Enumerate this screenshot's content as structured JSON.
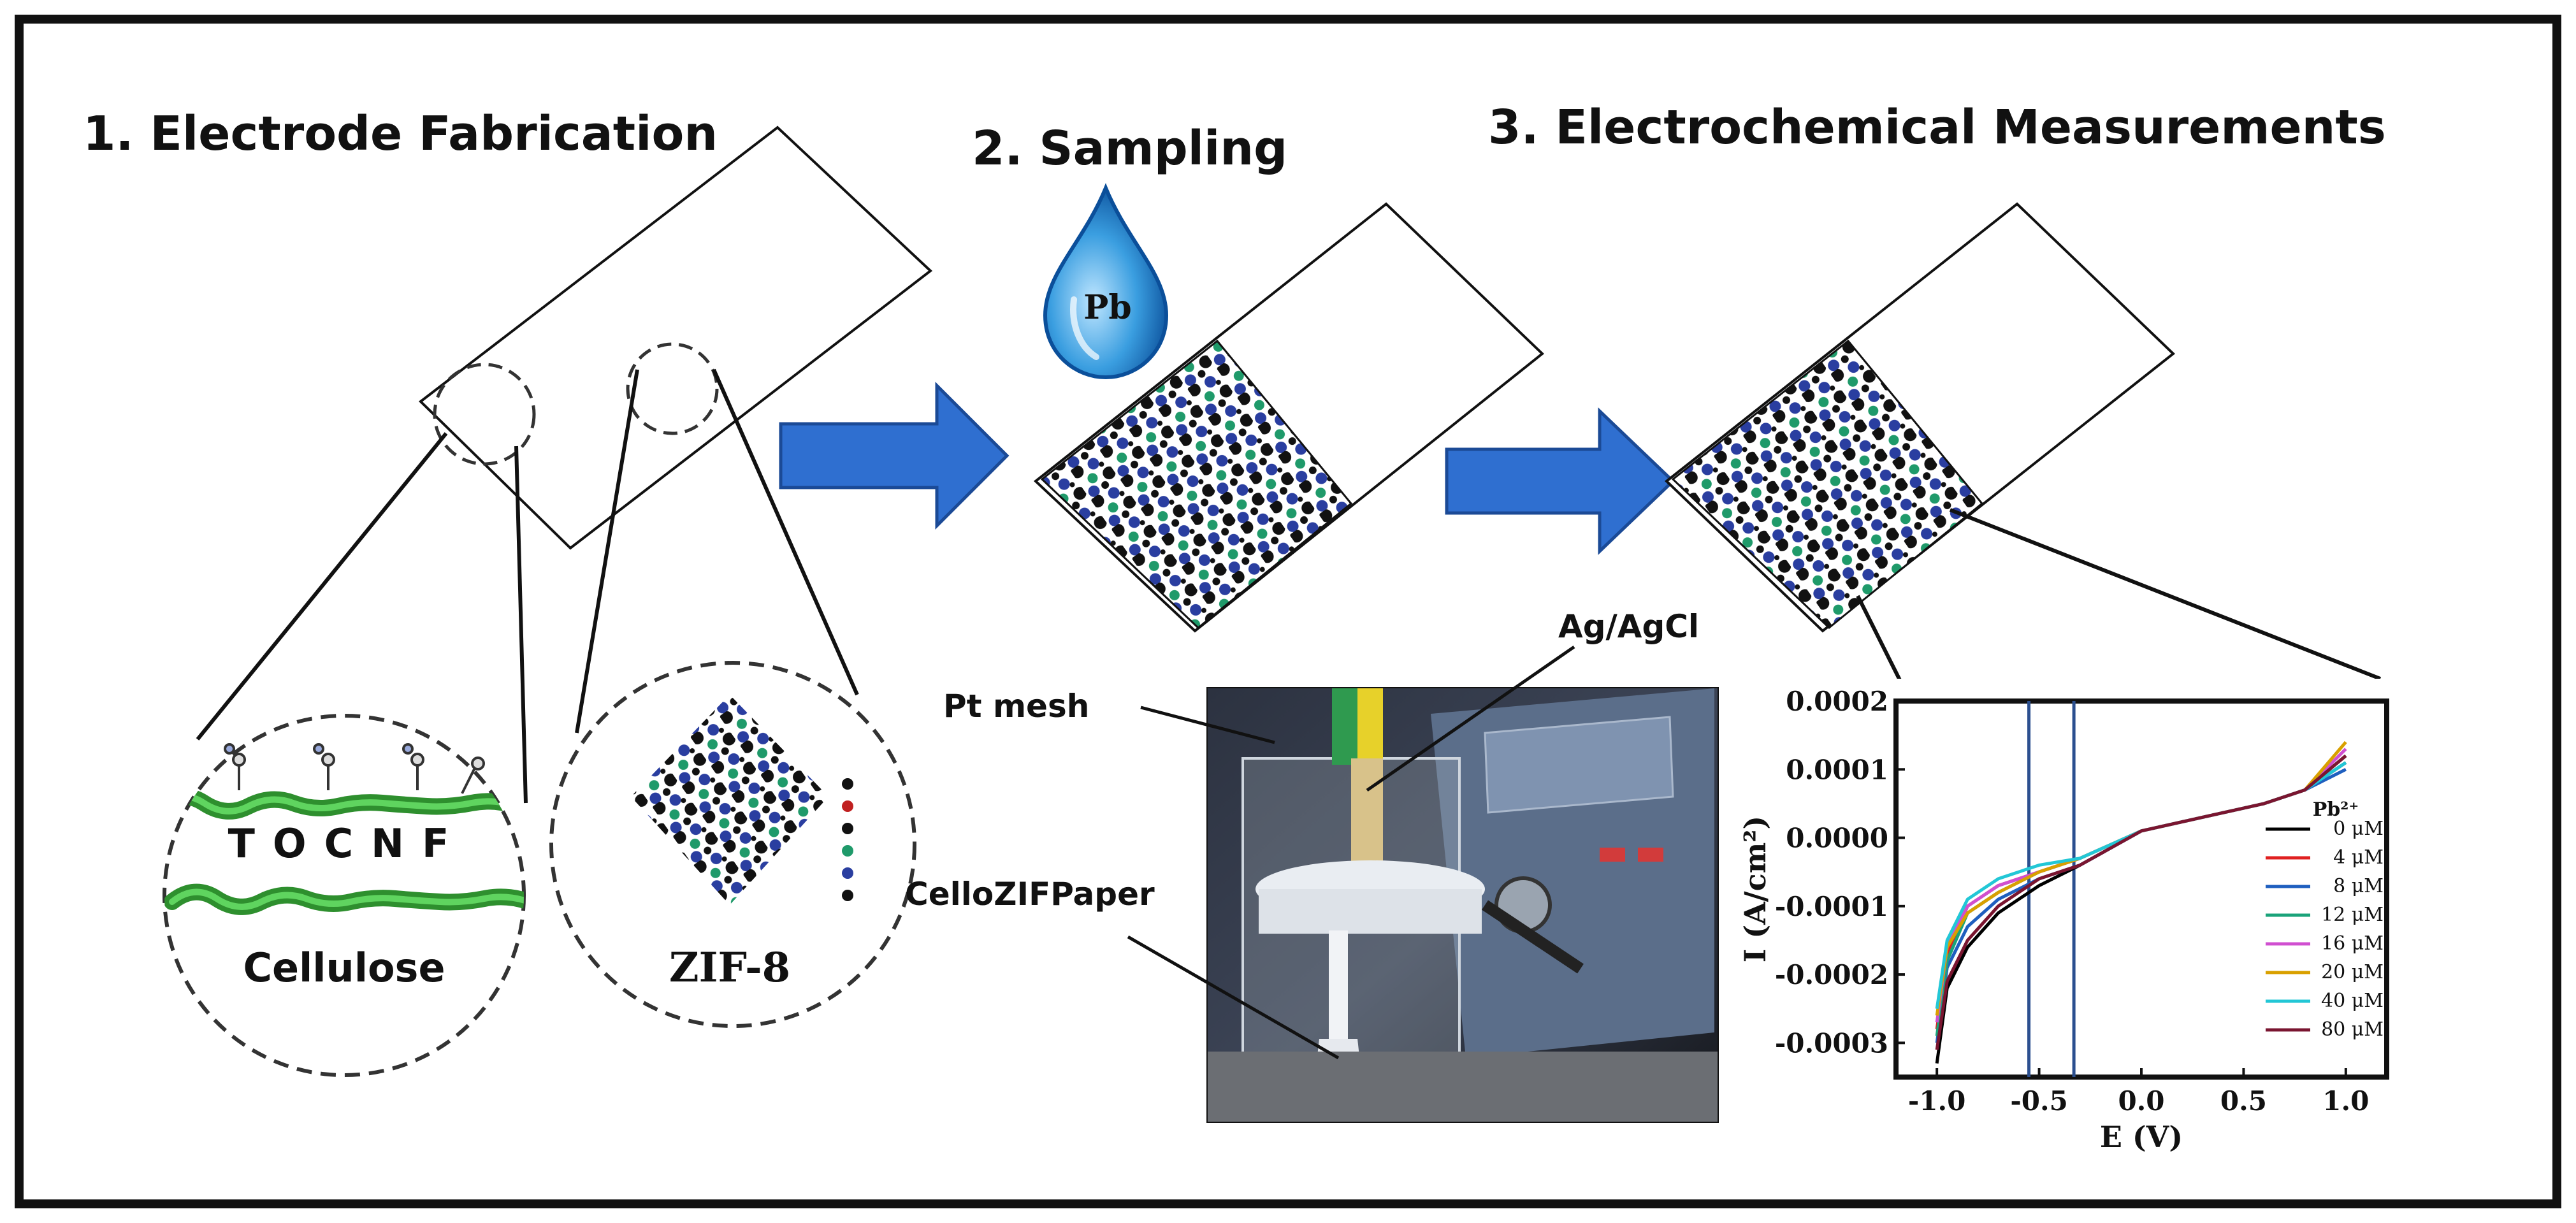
{
  "steps": [
    {
      "label": "1. Electrode Fabrication"
    },
    {
      "label": "2. Sampling"
    },
    {
      "label": "3. Electrochemical Measurements"
    }
  ],
  "drop_label": "Pb",
  "zoom_labels": {
    "tocnf": "TOCNF",
    "cellulose": "Cellulose",
    "zif": "ZIF-8"
  },
  "photo_labels": {
    "pt_mesh": "Pt mesh",
    "ag_agcl": "Ag/AgCl",
    "cellozifpaper": "CelloZIFPaper"
  },
  "colors": {
    "arrow": "#2f6fd0",
    "chain": "#3aa63a",
    "photo_bg": "#1c1f26"
  },
  "chart_data": {
    "type": "line",
    "xlabel": "E (V)",
    "ylabel": "I (A/cm²)",
    "xlim": [
      -1.2,
      1.2
    ],
    "ylim": [
      -0.00035,
      0.0002
    ],
    "x_ticks": [
      "-1.0",
      "-0.5",
      "0.0",
      "0.5",
      "1.0"
    ],
    "y_ticks": [
      "0.0002",
      "0.0001",
      "0.0000",
      "-0.0001",
      "-0.0002",
      "-0.0003"
    ],
    "vlines": [
      -0.55,
      -0.33
    ],
    "legend_title": "Pb²⁺",
    "legend_placement": "right",
    "series": [
      {
        "name": "0 μM",
        "color": "#000000",
        "x": [
          -1.0,
          -0.95,
          -0.85,
          -0.7,
          -0.5,
          -0.3,
          0.0,
          0.3,
          0.6,
          0.8,
          1.0
        ],
        "y": [
          -0.00033,
          -0.00022,
          -0.00016,
          -0.00011,
          -7e-05,
          -4e-05,
          1e-05,
          3e-05,
          5e-05,
          7e-05,
          0.00011
        ]
      },
      {
        "name": "4 μM",
        "color": "#e02020",
        "x": [
          -1.0,
          -0.95,
          -0.85,
          -0.7,
          -0.5,
          -0.3,
          0.0,
          0.3,
          0.6,
          0.8,
          1.0
        ],
        "y": [
          -0.00028,
          -0.00017,
          -0.0001,
          -7e-05,
          -5e-05,
          -3e-05,
          1e-05,
          3e-05,
          5e-05,
          7e-05,
          0.00012
        ]
      },
      {
        "name": "8 μM",
        "color": "#1f5fbf",
        "x": [
          -1.0,
          -0.95,
          -0.85,
          -0.7,
          -0.5,
          -0.3,
          0.0,
          0.3,
          0.6,
          0.8,
          1.0
        ],
        "y": [
          -0.0003,
          -0.00019,
          -0.00013,
          -9e-05,
          -6e-05,
          -4e-05,
          1e-05,
          3e-05,
          5e-05,
          7e-05,
          0.0001
        ]
      },
      {
        "name": "12 μM",
        "color": "#1aa37a",
        "x": [
          -1.0,
          -0.95,
          -0.85,
          -0.7,
          -0.5,
          -0.3,
          0.0,
          0.3,
          0.6,
          0.8,
          1.0
        ],
        "y": [
          -0.00029,
          -0.00018,
          -0.00011,
          -8e-05,
          -5e-05,
          -3e-05,
          1e-05,
          3e-05,
          5e-05,
          7e-05,
          0.00012
        ]
      },
      {
        "name": "16 μM",
        "color": "#d04fd0",
        "x": [
          -1.0,
          -0.95,
          -0.85,
          -0.7,
          -0.5,
          -0.3,
          0.0,
          0.3,
          0.6,
          0.8,
          1.0
        ],
        "y": [
          -0.00027,
          -0.00016,
          -0.0001,
          -7e-05,
          -5e-05,
          -3e-05,
          1e-05,
          3e-05,
          5e-05,
          7e-05,
          0.00013
        ]
      },
      {
        "name": "20 μM",
        "color": "#d9a000",
        "x": [
          -1.0,
          -0.95,
          -0.85,
          -0.7,
          -0.5,
          -0.3,
          0.0,
          0.3,
          0.6,
          0.8,
          1.0
        ],
        "y": [
          -0.00026,
          -0.00016,
          -0.00011,
          -8e-05,
          -5e-05,
          -3e-05,
          1e-05,
          3e-05,
          5e-05,
          7e-05,
          0.00014
        ]
      },
      {
        "name": "40 μM",
        "color": "#22c7d6",
        "x": [
          -1.0,
          -0.95,
          -0.85,
          -0.7,
          -0.5,
          -0.3,
          0.0,
          0.3,
          0.6,
          0.8,
          1.0
        ],
        "y": [
          -0.00025,
          -0.00015,
          -9e-05,
          -6e-05,
          -4e-05,
          -3e-05,
          1e-05,
          3e-05,
          5e-05,
          7e-05,
          0.00011
        ]
      },
      {
        "name": "80 μM",
        "color": "#7a1530",
        "x": [
          -1.0,
          -0.95,
          -0.85,
          -0.7,
          -0.5,
          -0.3,
          0.0,
          0.3,
          0.6,
          0.8,
          1.0
        ],
        "y": [
          -0.00031,
          -0.00021,
          -0.00015,
          -0.0001,
          -6e-05,
          -4e-05,
          1e-05,
          3e-05,
          5e-05,
          7e-05,
          0.00012
        ]
      }
    ]
  }
}
